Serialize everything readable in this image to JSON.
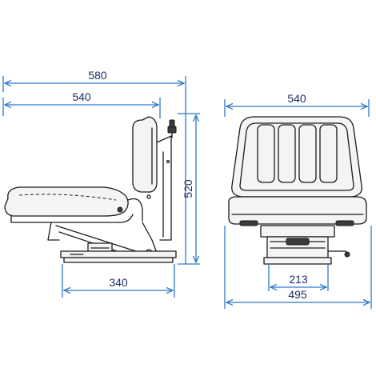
{
  "colors": {
    "dimension_line": "#2f78c8",
    "dimension_text": "#1c2f63",
    "drawing": "#1b1b1b"
  },
  "dimensions": {
    "side_overall_depth": "580",
    "side_depth": "540",
    "side_height": "520",
    "side_base_length": "340",
    "front_width": "540",
    "front_mount_width": "213",
    "front_base_width": "495"
  }
}
